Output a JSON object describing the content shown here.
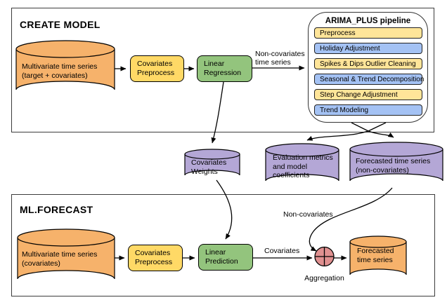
{
  "create_model": {
    "title": "CREATE MODEL",
    "source_db": {
      "line1": "Multivariate time series",
      "line2": "(target + covariates)"
    },
    "preprocess": {
      "line1": "Covariates",
      "line2": "Preprocess"
    },
    "regression": {
      "line1": "Linear",
      "line2": "Regression"
    },
    "arrow_label": {
      "line1": "Non-covariates",
      "line2": "time series"
    }
  },
  "pipeline": {
    "title": "ARIMA_PLUS pipeline",
    "steps": [
      {
        "label": "Preprocess",
        "tone": "yellow"
      },
      {
        "label": "Holiday Adjustment",
        "tone": "blue"
      },
      {
        "label": "Spikes & Dips Outlier Cleaning",
        "tone": "yellow"
      },
      {
        "label": "Seasonal & Trend Decomposition",
        "tone": "blue"
      },
      {
        "label": "Step Change Adjustment",
        "tone": "yellow"
      },
      {
        "label": "Trend Modeling",
        "tone": "blue"
      }
    ]
  },
  "outputs": {
    "covariates_weights": {
      "line1": "Covariates",
      "line2": "Weights"
    },
    "evaluation": {
      "line1": "Evaluation metrics",
      "line2": "and model",
      "line3": "coefficients"
    },
    "forecast_noncov": {
      "line1": "Forecasted time series",
      "line2": "(non-covariates)"
    }
  },
  "ml_forecast": {
    "title": "ML.FORECAST",
    "source_db": {
      "line1": "Multivariate time series",
      "line2": "(covariates)"
    },
    "preprocess": {
      "line1": "Covariates",
      "line2": "Preprocess"
    },
    "prediction": {
      "line1": "Linear",
      "line2": "Prediction"
    },
    "covariates_label": "Covariates",
    "noncovariates_label": "Non-covariates",
    "aggregation_label": "Aggregation",
    "forecast_db": {
      "line1": "Forecasted",
      "line2": "time series"
    }
  },
  "colors": {
    "orange": "#F6B26B",
    "yellow": "#FFD966",
    "pale_yellow": "#FFE599",
    "green": "#93C47D",
    "blue": "#A4C2F4",
    "purple": "#B4A7D6",
    "red": "#E09090",
    "outline": "#000000"
  }
}
